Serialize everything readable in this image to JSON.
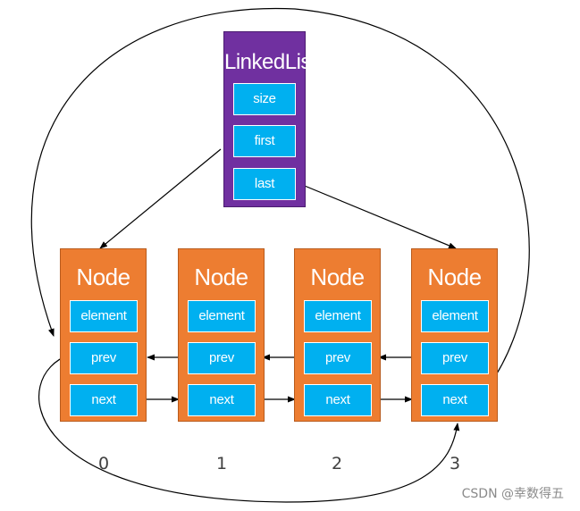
{
  "linkedlist": {
    "title": "LinkedList",
    "fields": [
      "size",
      "first",
      "last"
    ]
  },
  "nodes": [
    {
      "title": "Node",
      "fields": [
        "element",
        "prev",
        "next"
      ],
      "index": "0"
    },
    {
      "title": "Node",
      "fields": [
        "element",
        "prev",
        "next"
      ],
      "index": "1"
    },
    {
      "title": "Node",
      "fields": [
        "element",
        "prev",
        "next"
      ],
      "index": "2"
    },
    {
      "title": "Node",
      "fields": [
        "element",
        "prev",
        "next"
      ],
      "index": "3"
    }
  ],
  "watermark": "CSDN @幸数得五",
  "colors": {
    "linkedlist_fill": "#7030a0",
    "node_fill": "#ed7d31",
    "field_fill": "#00b0f0",
    "arrow": "#000000"
  }
}
